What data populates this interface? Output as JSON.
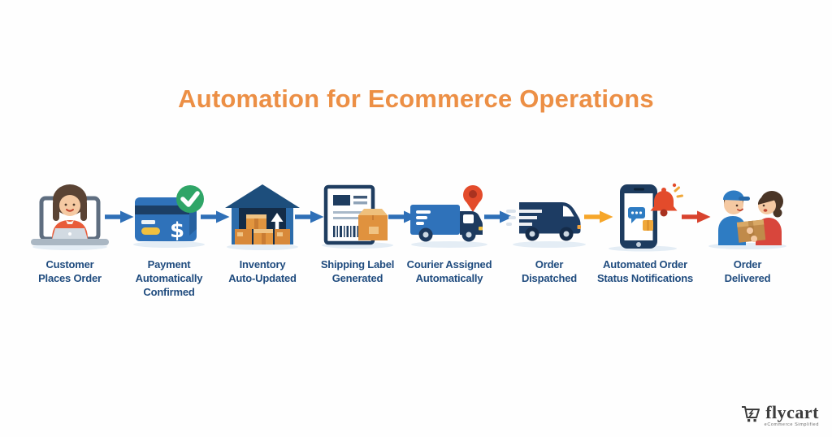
{
  "title": {
    "text": "Automation for Ecommerce Operations",
    "color": "#EC8F45"
  },
  "steps": [
    {
      "id": "customer-places-order",
      "label": "Customer\nPlaces Order",
      "icon": "customer-laptop-icon"
    },
    {
      "id": "payment-confirmed",
      "label": "Payment\nAutomatically\nConfirmed",
      "icon": "credit-card-check-icon"
    },
    {
      "id": "inventory-updated",
      "label": "Inventory\nAuto-Updated",
      "icon": "warehouse-boxes-icon"
    },
    {
      "id": "shipping-label-generated",
      "label": "Shipping Label\nGenerated",
      "icon": "shipping-label-icon"
    },
    {
      "id": "courier-assigned",
      "label": "Courier Assigned\nAutomatically",
      "icon": "courier-truck-pin-icon"
    },
    {
      "id": "order-dispatched",
      "label": "Order\nDispatched",
      "icon": "delivery-van-icon"
    },
    {
      "id": "status-notifications",
      "label": "Automated Order\nStatus Notifications",
      "icon": "phone-notification-icon"
    },
    {
      "id": "order-delivered",
      "label": "Order\nDelivered",
      "icon": "delivery-handoff-icon"
    }
  ],
  "icon_text": {
    "credit_card_dollar": "$"
  },
  "arrows": [
    {
      "color": "#2E6FB7"
    },
    {
      "color": "#2E6FB7"
    },
    {
      "color": "#2E6FB7"
    },
    {
      "color": "#2E6FB7"
    },
    {
      "color": "#2E6FB7"
    },
    {
      "color": "#F6A62A"
    },
    {
      "color": "#D8432E"
    }
  ],
  "logo": {
    "brand": "flycart",
    "tagline": "eCommerce Simplified"
  },
  "colors": {
    "background": "#FEFEFE",
    "label_text": "#1F4B7E",
    "title_text": "#EC8F45"
  }
}
